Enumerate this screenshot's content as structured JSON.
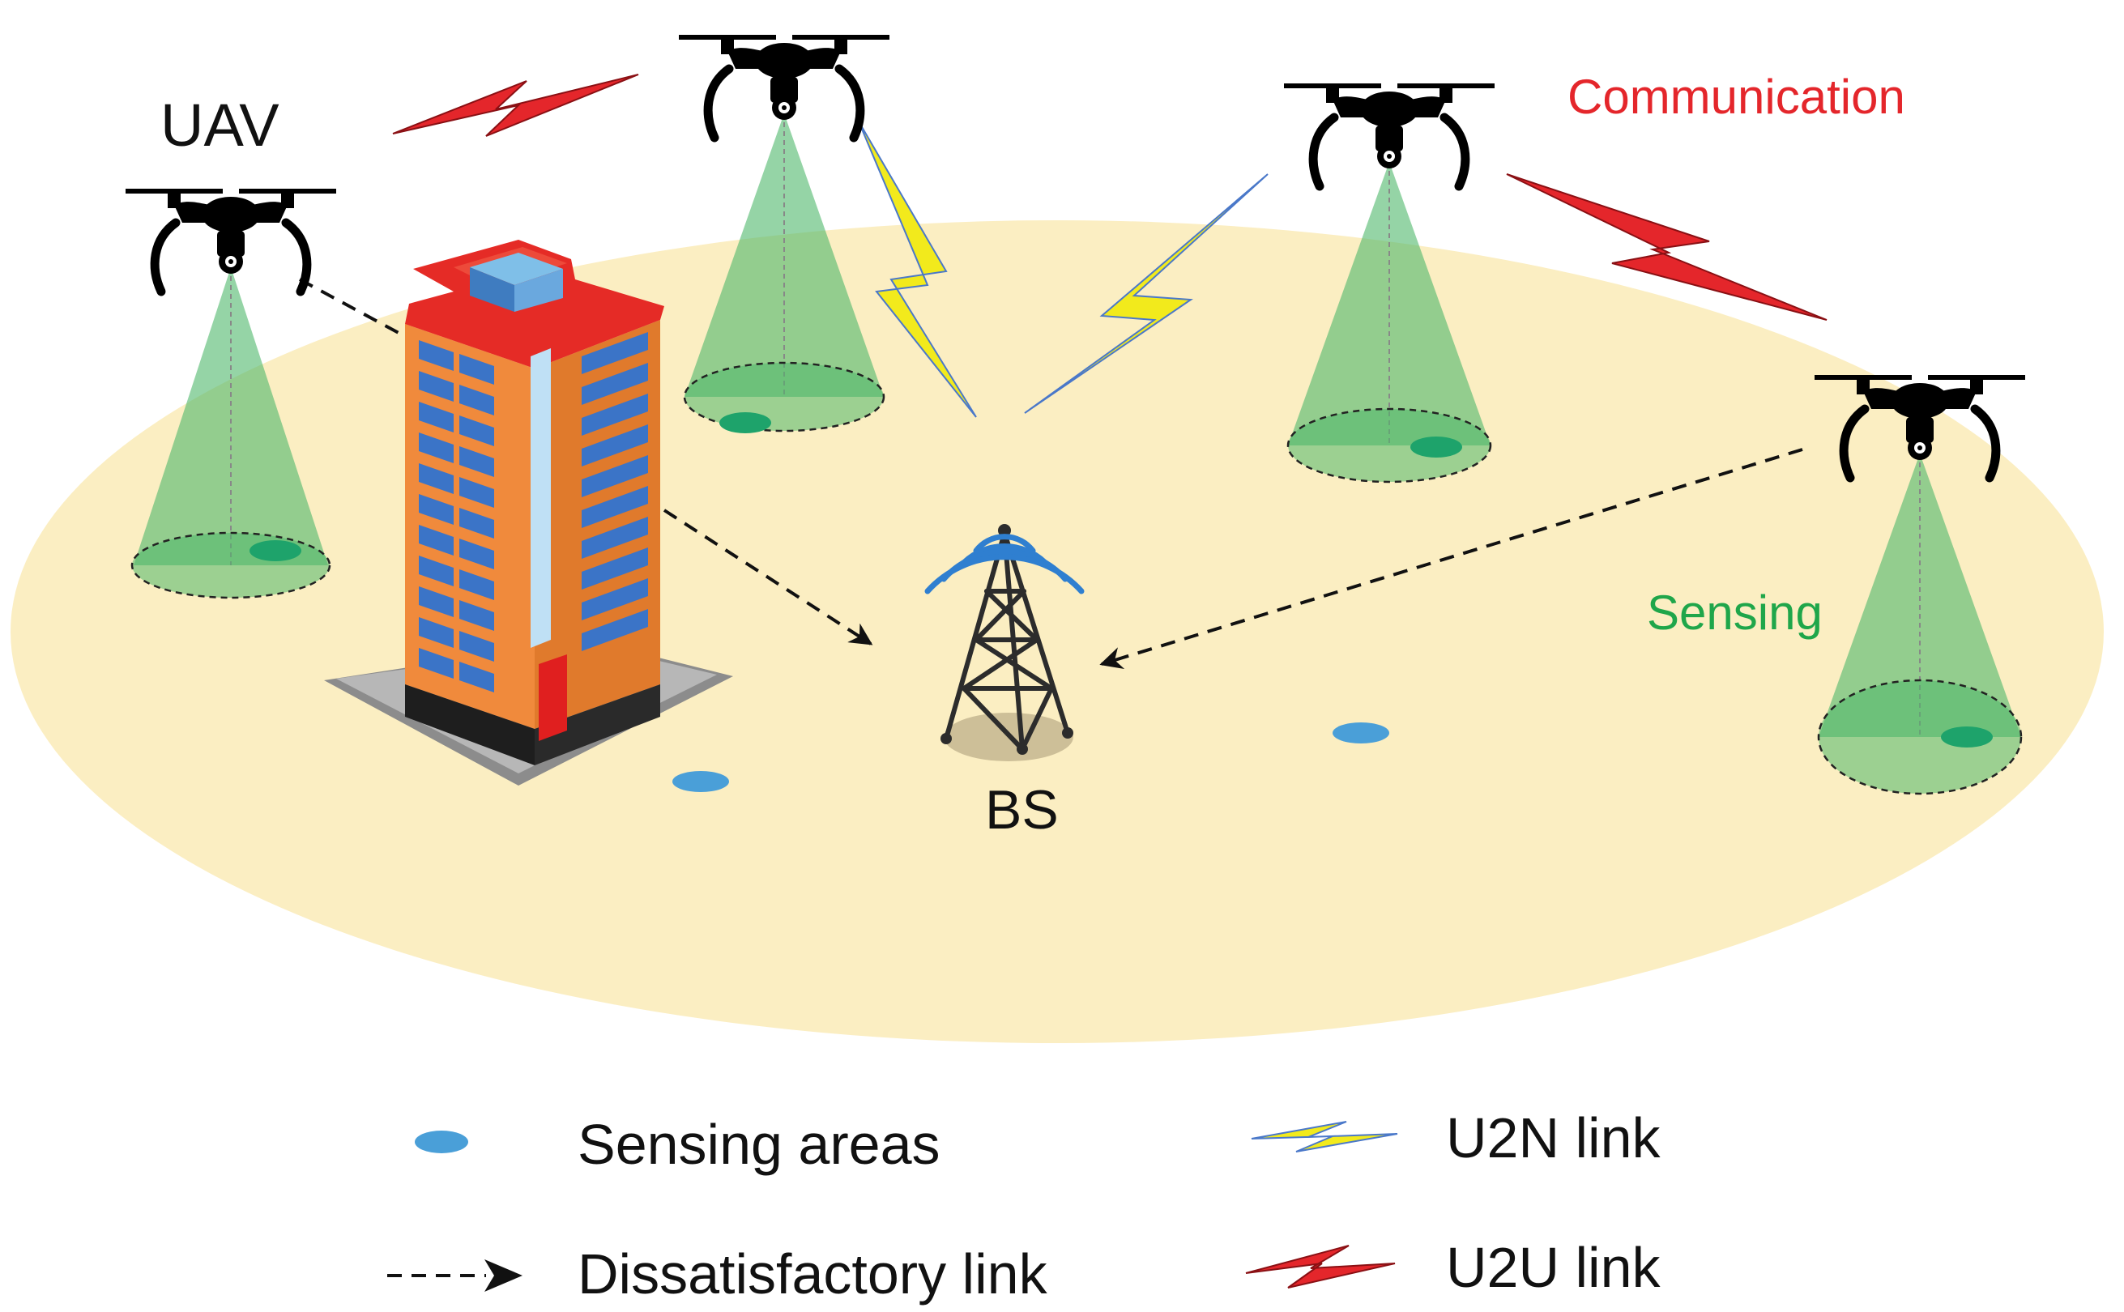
{
  "labels": {
    "uav": "UAV",
    "bs": "BS",
    "communication": "Communication",
    "sensing": "Sensing"
  },
  "legend": {
    "sensing_areas": "Sensing areas",
    "dissatisfactory_link": "Dissatisfactory link",
    "u2n_link": "U2N link",
    "u2u_link": "U2U link"
  },
  "colors": {
    "ground": "#fbeec2",
    "beam": "#4fb86a",
    "footprint": "#1ea36b",
    "sensing_area": "#4a9fd8",
    "u2n": "#f2ea1c",
    "u2u": "#e4262b",
    "communication_text": "#e4262b",
    "sensing_text": "#1fa64a",
    "building_wall": "#f08a3c",
    "building_roof": "#e52b26",
    "tower": "#2c2c2c",
    "signal_waves": "#2f7fd0"
  },
  "icons": [
    "uav-drone-icon",
    "building-icon",
    "base-station-tower-icon",
    "signal-waves-icon"
  ]
}
